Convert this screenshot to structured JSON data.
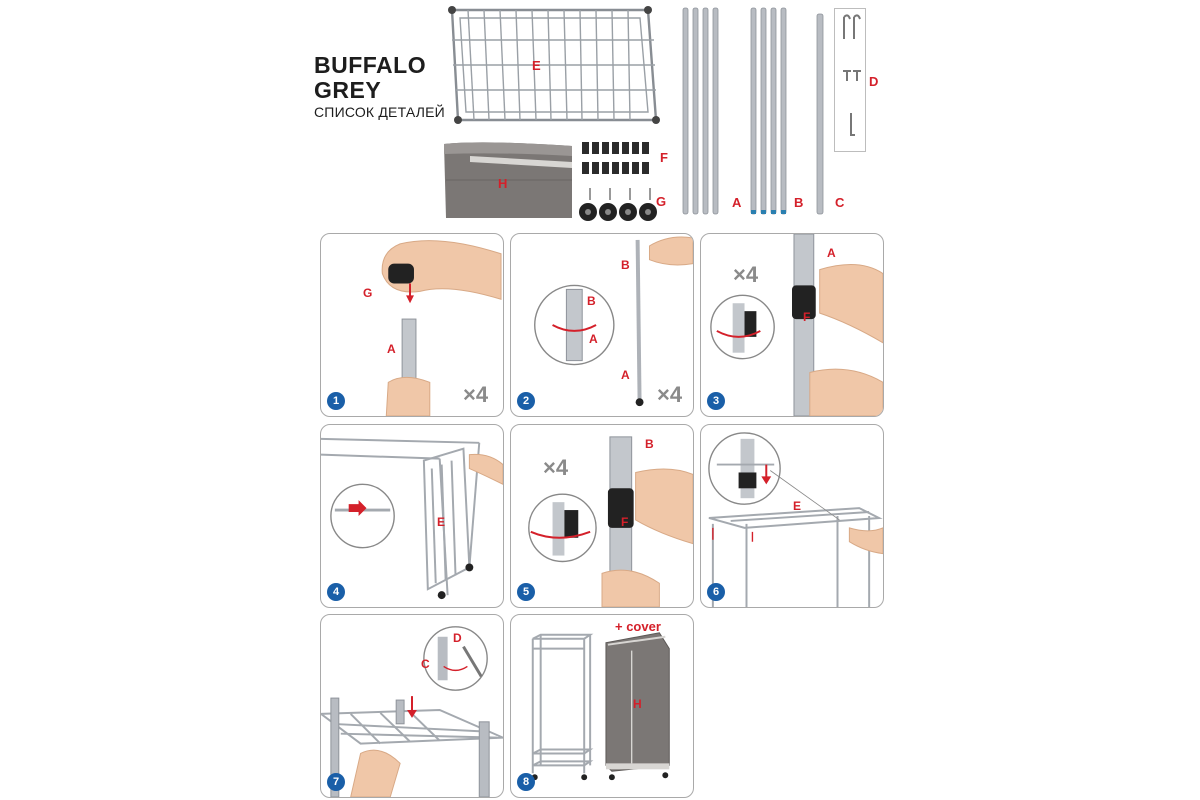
{
  "header": {
    "title_line1": "BUFFALO",
    "title_line2": "GREY",
    "subtitle": "СПИСОК ДЕТАЛЕЙ"
  },
  "parts": {
    "E": "E",
    "F": "F",
    "G": "G",
    "H": "H",
    "A": "A",
    "B": "B",
    "C": "C",
    "D": "D"
  },
  "steps": [
    {
      "number": "1",
      "multiplier": "×4",
      "labels": [
        "G",
        "A"
      ]
    },
    {
      "number": "2",
      "multiplier": "×4",
      "labels": [
        "B",
        "B",
        "A",
        "A"
      ]
    },
    {
      "number": "3",
      "multiplier": "×4",
      "labels": [
        "A",
        "F"
      ]
    },
    {
      "number": "4",
      "labels": [
        "E"
      ]
    },
    {
      "number": "5",
      "multiplier": "×4",
      "labels": [
        "B",
        "F"
      ]
    },
    {
      "number": "6",
      "labels": [
        "E"
      ]
    },
    {
      "number": "7",
      "labels": [
        "C",
        "D"
      ]
    },
    {
      "number": "8",
      "extra": "+ cover",
      "labels": [
        "H"
      ]
    }
  ],
  "colors": {
    "accent_red": "#d4202a",
    "step_blue": "#1a5fa8",
    "chrome": "#b8bcc2",
    "fabric_grey": "#7b7775",
    "panel_border": "#a9a9a9"
  }
}
